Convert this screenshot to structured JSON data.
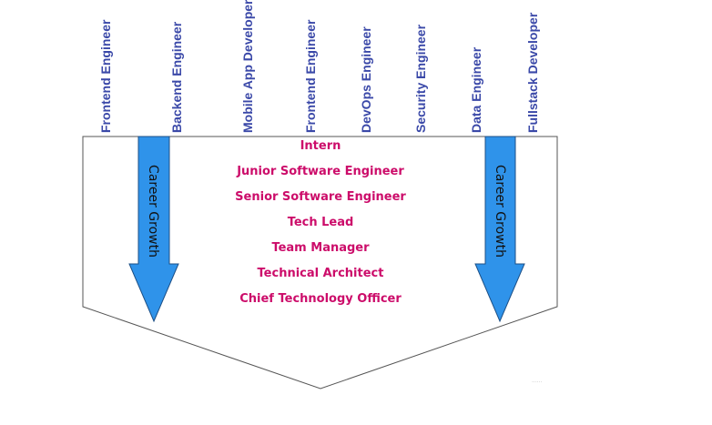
{
  "roles": [
    "Frontend Engineer",
    "Backend Engineer",
    "Mobile App Developer",
    "Frontend Engineer",
    "DevOps Engineer",
    "Security Engineer",
    "Data Engineer",
    "Fullstack Developer"
  ],
  "levels": [
    "Intern",
    "Junior Software Engineer",
    "Senior Software Engineer",
    "Tech Lead",
    "Team Manager",
    "Technical Architect",
    "Chief Technology Officer"
  ],
  "arrows": {
    "left_label": "Career Growth",
    "right_label": "Career Growth"
  },
  "footer_mark": "......",
  "colors": {
    "role_text": "#3a48a8",
    "level_text": "#cc0c6a",
    "arrow_fill": "#2f93ea",
    "arrow_stroke": "#1c4f86",
    "outline": "#555555"
  }
}
